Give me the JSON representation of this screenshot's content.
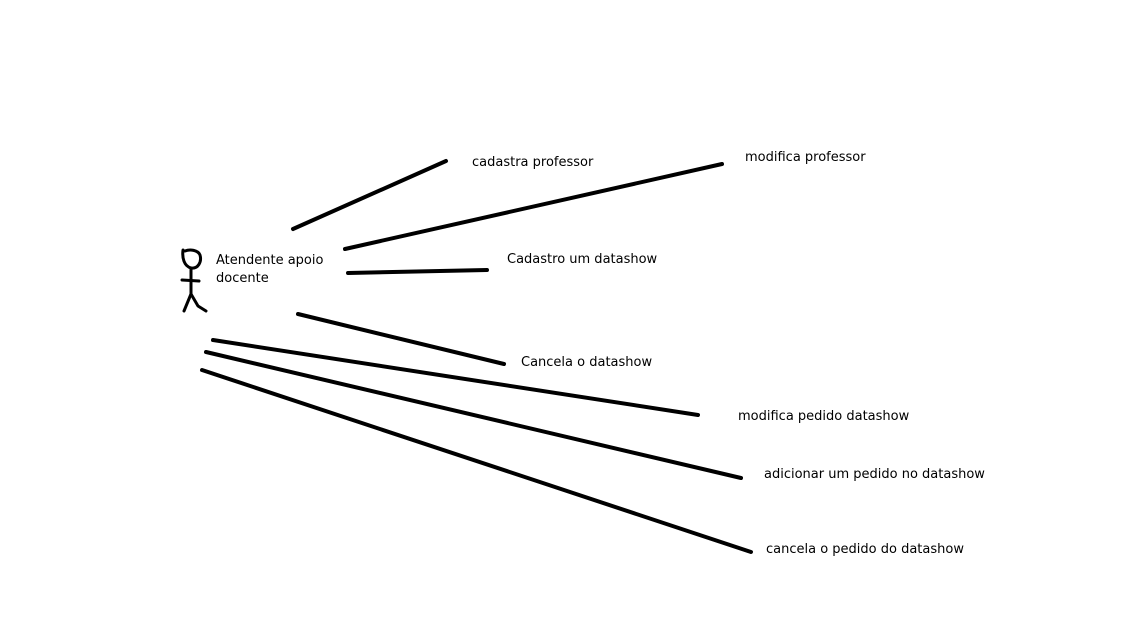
{
  "actor": {
    "label": "Atendente apoio docente"
  },
  "use_cases": [
    {
      "id": "cadastra-professor",
      "label": "cadastra professor"
    },
    {
      "id": "modifica-professor",
      "label": "modifica professor"
    },
    {
      "id": "cadastro-datashow",
      "label": "Cadastro um datashow"
    },
    {
      "id": "cancela-datashow",
      "label": "Cancela o datashow"
    },
    {
      "id": "modifica-pedido",
      "label": "modifica pedido datashow"
    },
    {
      "id": "adicionar-pedido",
      "label": "adicionar um pedido no datashow"
    },
    {
      "id": "cancela-pedido",
      "label": "cancela o pedido do datashow"
    }
  ],
  "colors": {
    "ink": "#000000",
    "background": "#ffffff"
  }
}
